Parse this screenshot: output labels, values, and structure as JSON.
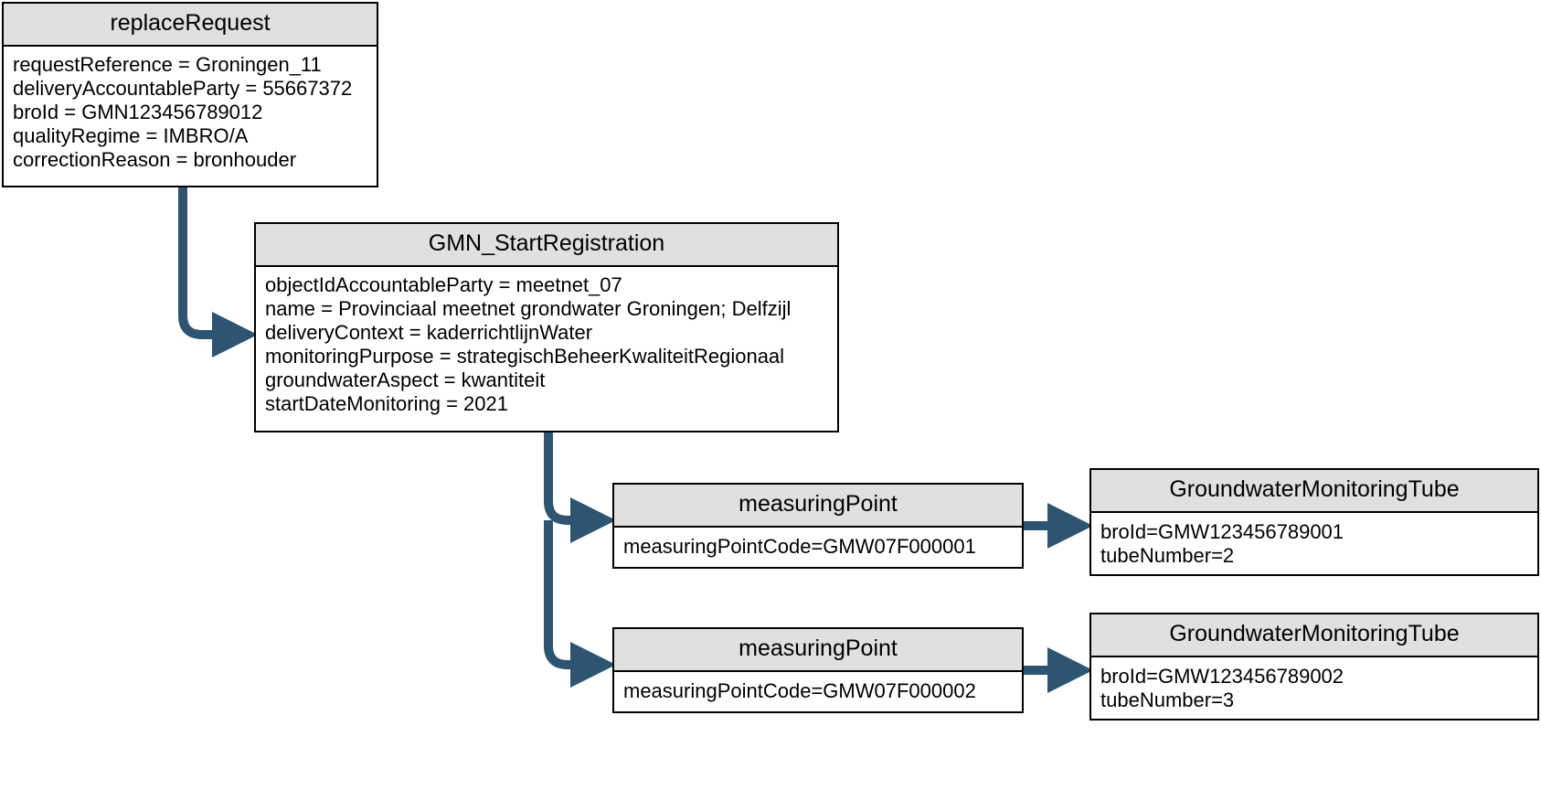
{
  "diagram": {
    "type": "object-diagram",
    "title": "replaceRequest GMN_StartRegistration object diagram",
    "colors": {
      "node_header_fill": "#e0e0e0",
      "node_border": "#000000",
      "node_fill": "#ffffff",
      "edge": "#2d5572",
      "text": "#000000"
    }
  },
  "nodes": {
    "replace_request": {
      "header": "replaceRequest",
      "attributes": [
        "requestReference = Groningen_11",
        "deliveryAccountableParty = 55667372",
        "broId = GMN123456789012",
        "qualityRegime = IMBRO/A",
        "correctionReason = bronhouder"
      ]
    },
    "gmn_start_registration": {
      "header": "GMN_StartRegistration",
      "attributes": [
        "objectIdAccountableParty = meetnet_07",
        "name = Provinciaal meetnet grondwater Groningen; Delfzijl",
        "deliveryContext = kaderrichtlijnWater",
        "monitoringPurpose = strategischBeheerKwaliteitRegionaal",
        "groundwaterAspect = kwantiteit",
        "startDateMonitoring = 2021"
      ]
    },
    "measuring_point_1": {
      "header": "measuringPoint",
      "attributes": [
        "measuringPointCode=GMW07F000001"
      ]
    },
    "measuring_point_2": {
      "header": "measuringPoint",
      "attributes": [
        "measuringPointCode=GMW07F000002"
      ]
    },
    "monitoring_tube_1": {
      "header": "GroundwaterMonitoringTube",
      "attributes": [
        "broId=GMW123456789001",
        "tubeNumber=2"
      ]
    },
    "monitoring_tube_2": {
      "header": "GroundwaterMonitoringTube",
      "attributes": [
        "broId=GMW123456789002",
        "tubeNumber=3"
      ]
    }
  },
  "edges": [
    {
      "name": "replace-request-to-start-registration",
      "from": "replace_request",
      "to": "gmn_start_registration"
    },
    {
      "name": "start-registration-to-measuring-point-1",
      "from": "gmn_start_registration",
      "to": "measuring_point_1"
    },
    {
      "name": "start-registration-to-measuring-point-2",
      "from": "gmn_start_registration",
      "to": "measuring_point_2"
    },
    {
      "name": "measuring-point-1-to-tube-1",
      "from": "measuring_point_1",
      "to": "monitoring_tube_1"
    },
    {
      "name": "measuring-point-2-to-tube-2",
      "from": "measuring_point_2",
      "to": "monitoring_tube_2"
    }
  ]
}
